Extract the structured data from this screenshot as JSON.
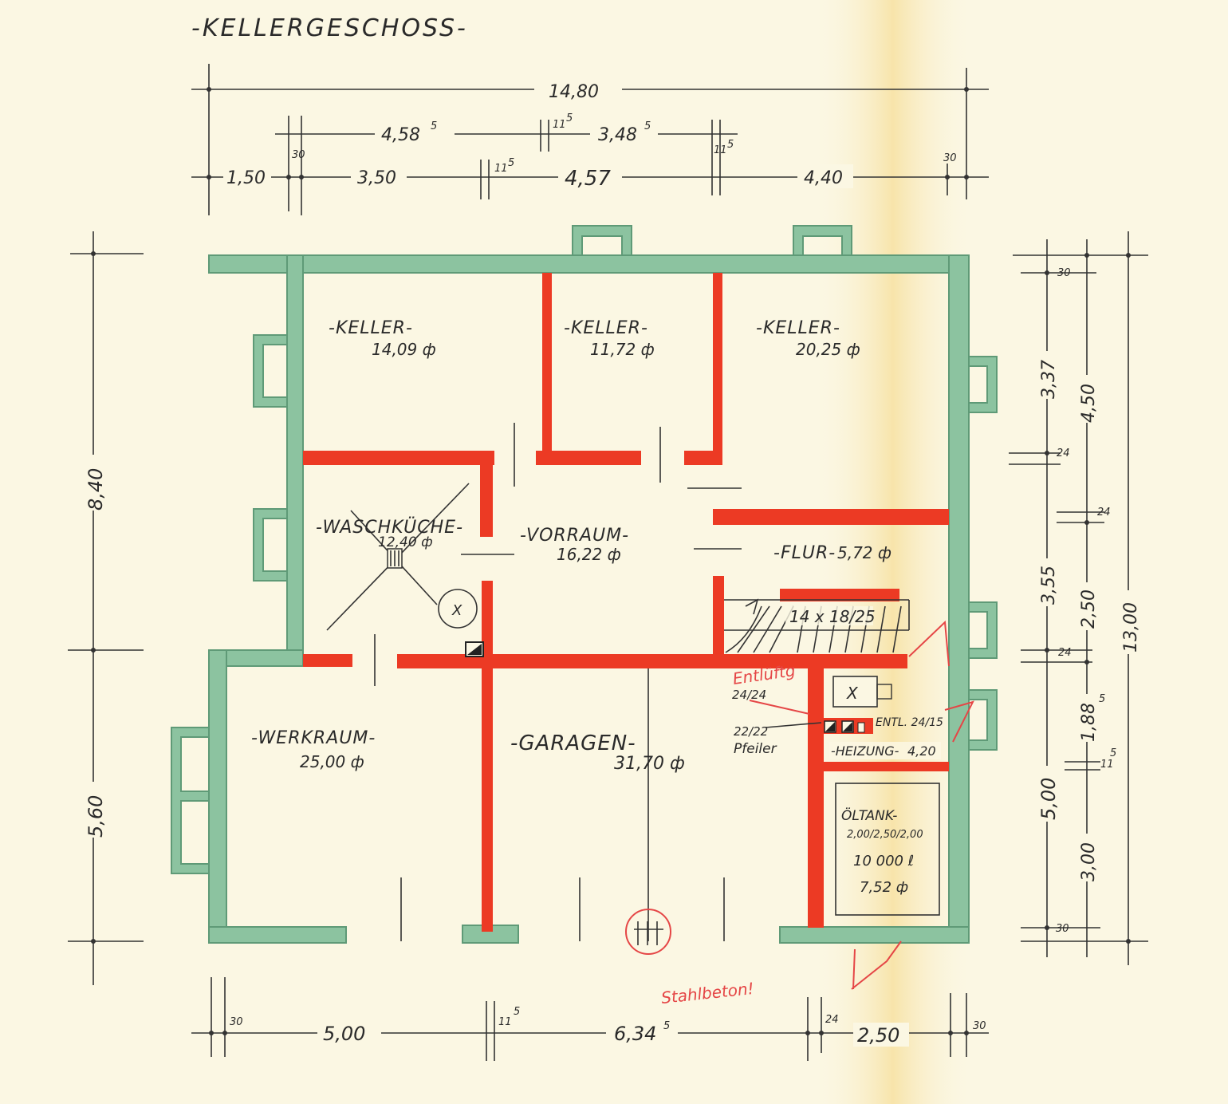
{
  "title": "-KELLERGESCHOSS-",
  "dimensions": {
    "top_total": "14,80",
    "top_row2": {
      "a": "4,58",
      "a_sup": "5",
      "gap": "11",
      "gap_sup": "5",
      "b": "3,48",
      "b_sup": "5",
      "gap2": "11",
      "gap2_sup": "5"
    },
    "top_row3": {
      "a": "1,50",
      "b": "3,50",
      "gap": "11",
      "gap_sup": "5",
      "c": "4,57",
      "d": "4,40",
      "w1": "30",
      "w2": "30"
    },
    "left": {
      "upper": "8,40",
      "lower": "5,60"
    },
    "right": {
      "w_top": "30",
      "a": "3,37",
      "b": "4,50",
      "c": "24",
      "d": "24",
      "e": "3,55",
      "f": "2,50",
      "g": "24",
      "h": "1,88",
      "h_sup": "5",
      "i": "11",
      "i_sup": "5",
      "j": "5,00",
      "k": "3,00",
      "w_bottom": "30",
      "total": "13,00"
    },
    "bottom": {
      "w1": "30",
      "a": "5,00",
      "gap": "11",
      "gap_sup": "5",
      "b": "6,34",
      "b_sup": "5",
      "w2": "24",
      "c": "2,50",
      "w3": "30"
    }
  },
  "rooms": [
    {
      "name": "-KELLER-",
      "area": "14,09 ф"
    },
    {
      "name": "-KELLER-",
      "area": "11,72 ф"
    },
    {
      "name": "-KELLER-",
      "area": "20,25 ф"
    },
    {
      "name": "-WASCHKÜCHE-",
      "area": "12,40 ф"
    },
    {
      "name": "-VORRAUM-",
      "area": "16,22 ф"
    },
    {
      "name": "-FLUR-",
      "area": "5,72 ф"
    },
    {
      "name": "-WERKRAUM-",
      "area": "25,00 ф"
    },
    {
      "name": "-GARAGEN-",
      "area": "31,70 ф"
    },
    {
      "name": "-HEIZUNG-",
      "area": "4,20"
    },
    {
      "name": "ÖLTANK-",
      "area": "7,52 ф"
    }
  ],
  "annotations": {
    "stairs": "14 x 18/25",
    "vent_label": "Entlüftg",
    "vent_size": "24/24",
    "pillar_size": "22/22",
    "pillar_word": "Pfeiler",
    "entl": "ENTL. 24/15",
    "tank_dims": "2,00/2,50/2,00",
    "tank_volume": "10 000 ℓ",
    "steel": "Stahlbeton!",
    "x_mark": "X"
  },
  "colors": {
    "outer_wall": "#8cc3a0",
    "inner_wall": "#ec3a24",
    "paper": "#fbf7e3",
    "red_ink": "#e54646"
  }
}
